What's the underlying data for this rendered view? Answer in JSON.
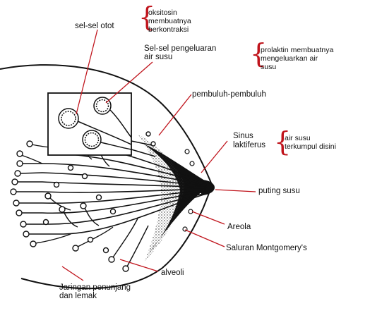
{
  "labels": {
    "sel_otot": "sel-sel otot",
    "sel_pengeluaran_1": "Sel-sel pengeluaran",
    "sel_pengeluaran_2": "air susu",
    "pembuluh": "pembuluh-pembuluh",
    "sinus_1": "Sinus",
    "sinus_2": "laktiferus",
    "puting": "puting susu",
    "areola": "Areola",
    "montgomery": "Saluran Montgomery's",
    "alveoli": "alveoli",
    "jaringan_1": "Jaringan penunjang",
    "jaringan_2": "dan lemak"
  },
  "notes": {
    "oksitosin_1": "oksitosin",
    "oksitosin_2": "membuatnya",
    "oksitosin_3": "berkontraksi",
    "prolaktin_1": "prolaktin membuatnya",
    "prolaktin_2": "mengeluarkan air",
    "prolaktin_3": "susu",
    "airsusu_1": "air susu",
    "airsusu_2": "terkumpul disini"
  },
  "colors": {
    "brace": "#c0141c",
    "leader": "#c0141c",
    "ink": "#111111"
  }
}
